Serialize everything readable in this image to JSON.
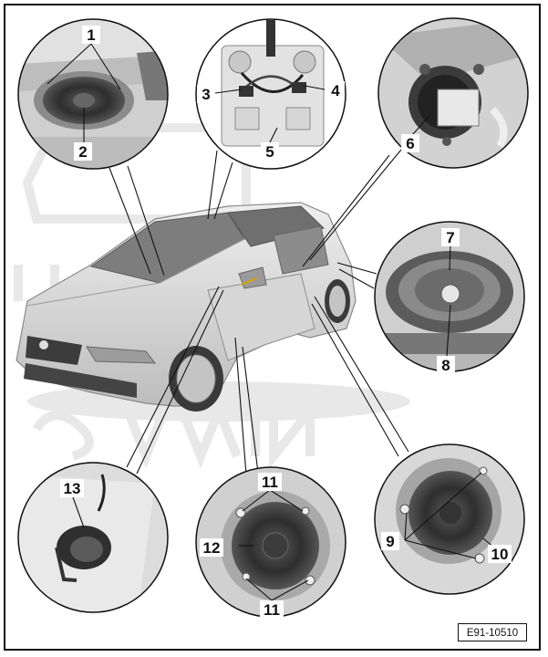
{
  "diagram": {
    "callouts": {
      "c1": "1",
      "c2": "2",
      "c3": "3",
      "c4": "4",
      "c5": "5",
      "c6": "6",
      "c7": "7",
      "c8": "8",
      "c9": "9",
      "c10": "10",
      "c11a": "11",
      "c11b": "11",
      "c12": "12",
      "c13": "13"
    },
    "reference_code": "E91-10510",
    "colors": {
      "line": "#111111",
      "car_body": "#cfcfcf",
      "detail_bg": "#d8d8d8",
      "speaker_cone": "#3a3a3a",
      "watermark": "#e6e6e6"
    }
  }
}
